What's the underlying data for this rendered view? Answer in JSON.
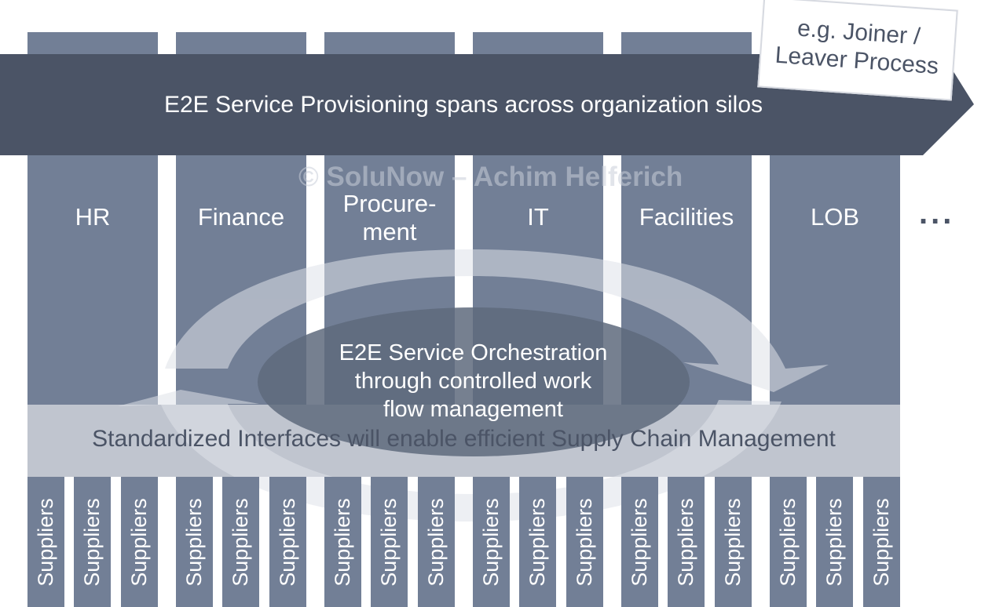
{
  "banner": {
    "text": "E2E Service Provisioning spans across organization silos"
  },
  "note": {
    "line1": "e.g. Joiner /",
    "line2": "Leaver Process"
  },
  "watermark": "© SoluNow – Achim Helferich",
  "silos": [
    {
      "line1": "HR",
      "line2": ""
    },
    {
      "line1": "Finance",
      "line2": ""
    },
    {
      "line1": "Procure-",
      "line2": "ment"
    },
    {
      "line1": "IT",
      "line2": ""
    },
    {
      "line1": "Facilities",
      "line2": ""
    },
    {
      "line1": "LOB",
      "line2": ""
    }
  ],
  "more": "...",
  "orchestration": {
    "line1": "E2E Service Orchestration",
    "line2": "through controlled work",
    "line3": "flow management"
  },
  "interfaces": {
    "text": "Standardized Interfaces will enable efficient Supply Chain Management"
  },
  "supplier_label": "Suppliers",
  "colors": {
    "silo": "#727f96",
    "banner": "#4b5466",
    "interface_band": "#c0c5cf",
    "cycle_arrow": "#d4d8e1",
    "center_ellipse": "#5e6a7c"
  }
}
